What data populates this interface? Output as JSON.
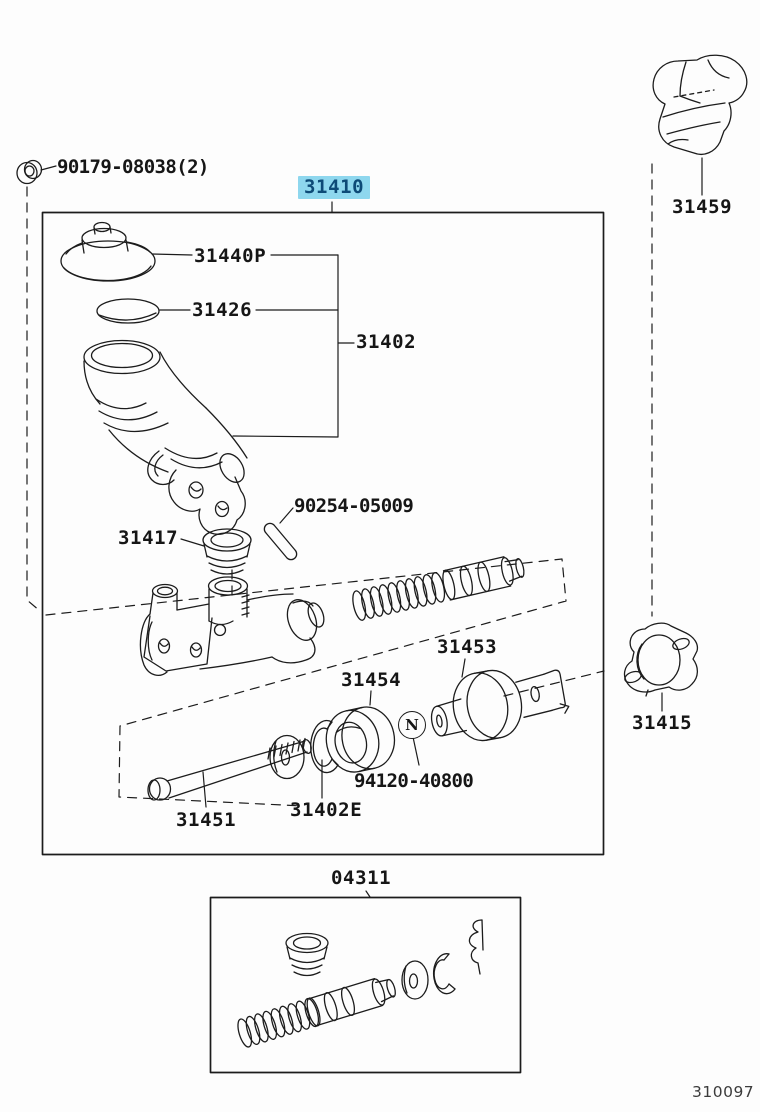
{
  "figure": {
    "code": "310097"
  },
  "theme": {
    "highlight_bg": "#8ed7ee",
    "highlight_text": "#0d4a77",
    "ink": "#1c1c1c"
  },
  "parts": {
    "mount_nut": "90179-08038(2)",
    "master_cylinder_assy": "31410",
    "reservoir_cap": "31440P",
    "cap_gasket": "31426",
    "reservoir": "31402",
    "pin": "90254-05009",
    "grommet": "31417",
    "damper": "31453",
    "seal": "31454",
    "nut_marker": "N",
    "nut": "94120-40800",
    "snap_ring": "31402E",
    "push_rod": "31451",
    "bracket": "31459",
    "plate": "31415",
    "repair_kit": "04311"
  }
}
